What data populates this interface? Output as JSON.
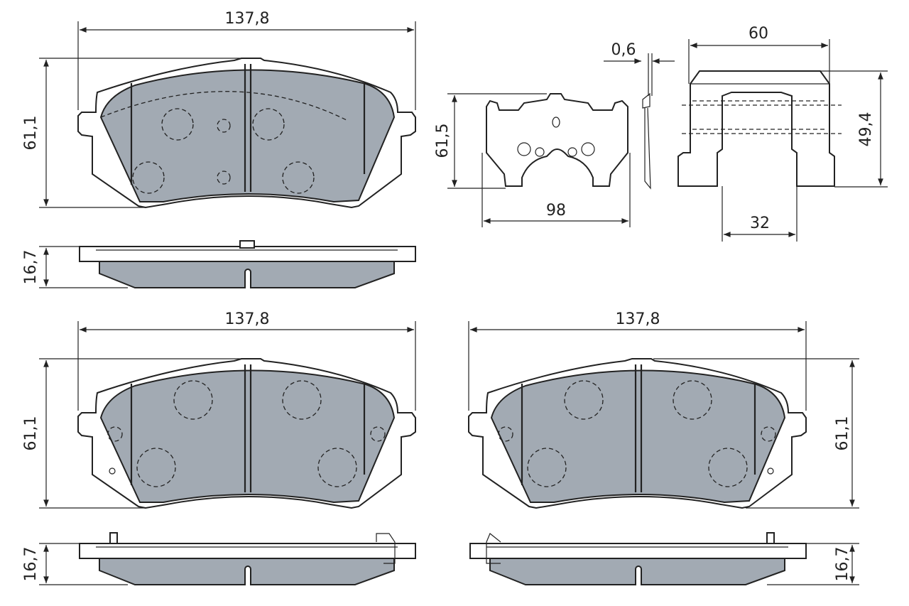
{
  "colors": {
    "friction_material": "#a2aab3",
    "line": "#222222",
    "background": "#ffffff"
  },
  "dimensions": {
    "pad1_width": "137,8",
    "pad1_height": "61,1",
    "pad1_thickness": "16,7",
    "clip_height": "61,5",
    "clip_width": "98",
    "clip_thickness": "0,6",
    "clip_side_width": "60",
    "clip_side_height": "49,4",
    "clip_inner_width": "32",
    "pad2_width": "137,8",
    "pad2_height": "61,1",
    "pad2_thickness": "16,7",
    "pad3_width": "137,8",
    "pad3_height": "61,1",
    "pad3_thickness": "16,7"
  }
}
